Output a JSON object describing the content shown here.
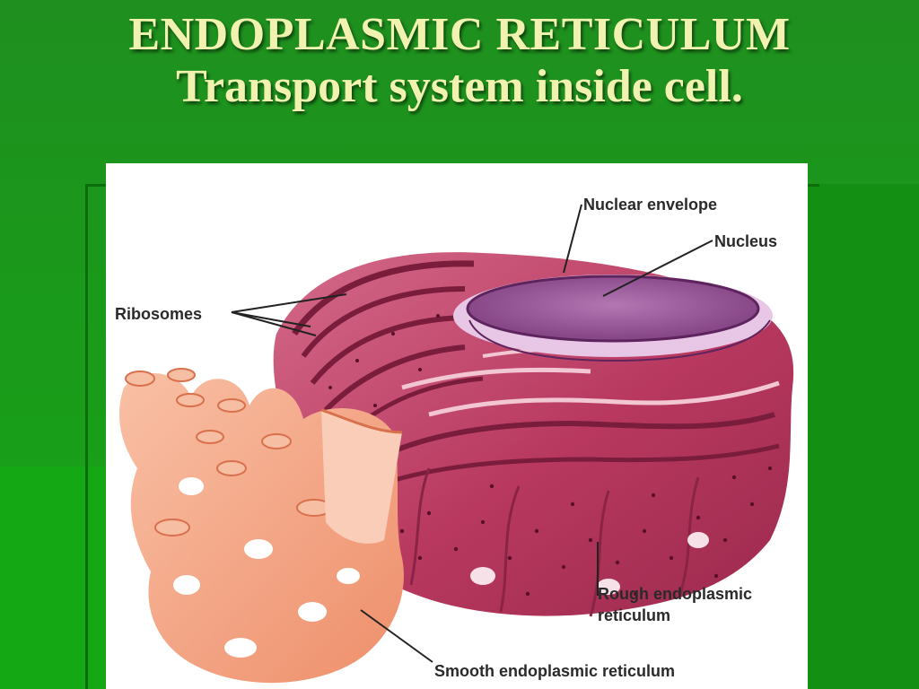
{
  "slide": {
    "title": "ENDOPLASMIC RETICULUM",
    "subtitle": "Transport system inside cell.",
    "colors": {
      "background": "#1a9a1a",
      "title_text": "#f2f2b0",
      "rough_er": "#c2476c",
      "smooth_er": "#f4a585",
      "nucleus": "#a95ea5"
    }
  },
  "diagram": {
    "labels": {
      "nuclear_envelope": "Nuclear envelope",
      "nucleus": "Nucleus",
      "ribosomes": "Ribosomes",
      "rough_er_line1": "Rough endoplasmic",
      "rough_er_line2": "reticulum",
      "smooth_er": "Smooth endoplasmic reticulum"
    }
  }
}
